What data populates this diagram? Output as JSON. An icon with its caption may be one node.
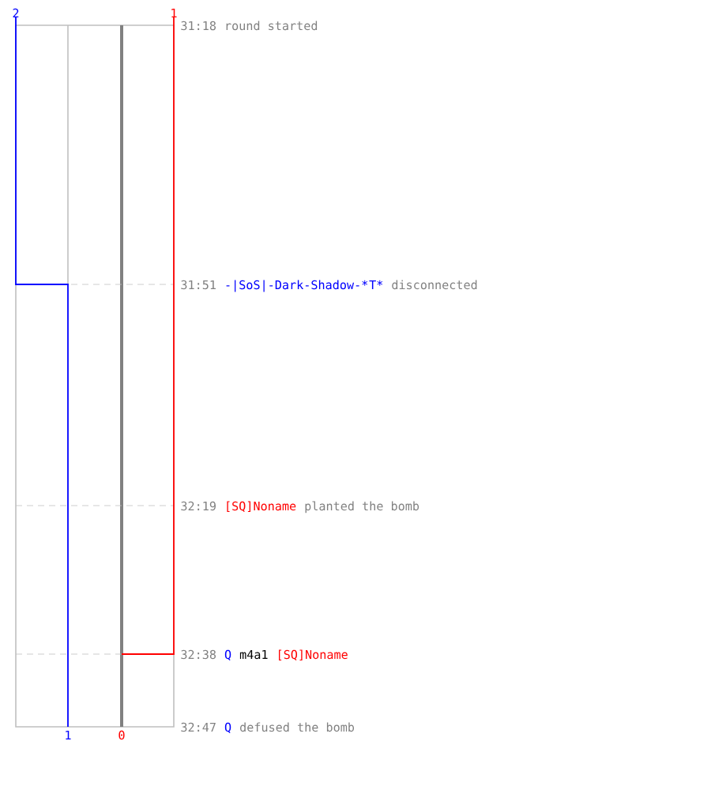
{
  "diagram": {
    "labels": [
      "2",
      "1",
      "31:18",
      "round started",
      "31:51",
      "-|SoS|-Dark-Shadow-*",
      "T*",
      "disconnected",
      "32:19",
      "[SQ]Noname",
      "planted the bomb",
      "32:38",
      "Q",
      "m4a1",
      "[SQ]Noname",
      "1",
      "0",
      "32:47",
      "Q",
      "defused the bomb"
    ]
  }
}
